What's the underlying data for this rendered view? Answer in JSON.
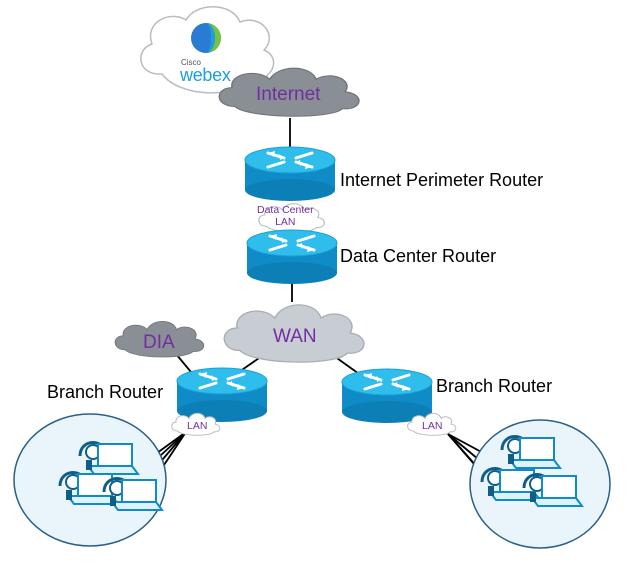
{
  "webex": {
    "brand": "Cisco",
    "product": "webex",
    "brand_color": "#1ba0d7"
  },
  "clouds": {
    "internet": "Internet",
    "dc_lan": [
      "Data Center",
      "LAN"
    ],
    "wan": "WAN",
    "dia": "DIA",
    "lan_left": "LAN",
    "lan_right": "LAN"
  },
  "routers": {
    "internet_perimeter": "Internet Perimeter Router",
    "data_center": "Data Center Router",
    "branch_left": "Branch Router",
    "branch_right": "Branch Router"
  },
  "colors": {
    "router_top": "#22b3e6",
    "router_body": "#0f8cc8",
    "cloud_dark": "#8c9096",
    "cloud_light": "#c8cdd4",
    "cloud_label": "#7030a0",
    "branch_circle": "#e9f4fb"
  },
  "icons": [
    "router-icon",
    "cloud-icon",
    "laptop-user-icon",
    "webex-logo-icon"
  ]
}
